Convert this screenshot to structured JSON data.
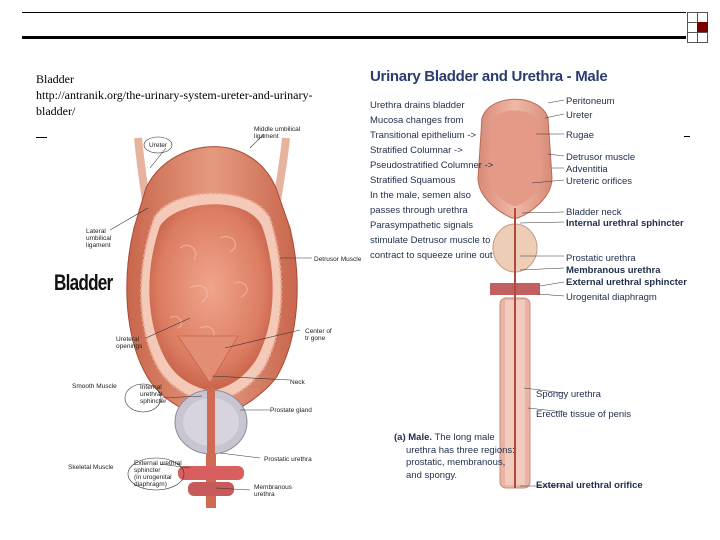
{
  "caption": {
    "line1": "Bladder",
    "line2": "http://antranik.org/the-urinary-system-ureter-and-urinary-",
    "line3": "bladder/"
  },
  "left_figure": {
    "big_label": "Bladder",
    "labels": {
      "middle_umbilical": "Middle umbilical",
      "ligament": "ligament",
      "ureter": "Ureter",
      "lateral": "Lateral",
      "umbilical": "umbilical",
      "lateral_ligament": "ligament",
      "detrusor": "Detrusor Muscle",
      "ureteral": "Ureteral",
      "openings": "openings",
      "center_of": "Center of",
      "trigone": "tr gone",
      "smooth_muscle": "Smooth Muscle",
      "internal": "Internal",
      "urethral": "urethral",
      "sphincter": "sphincter",
      "neck": "Neck",
      "prostate_gland": "Prostate gland",
      "skeletal_muscle": "Skeletal Muscle",
      "external_urethral": "External urethral",
      "sphincter2": "sphincter",
      "in_urogenital": "(in urogenital",
      "diaphragm": "diaphragm)",
      "prostatic_urethra": "Prostatic urethra",
      "membranous": "Membranous",
      "urethra": "urethra"
    }
  },
  "right_figure": {
    "title": "Urinary Bladder and Urethra - Male",
    "notes": [
      "Urethra drains bladder",
      "Mucosa changes from",
      "Transitional epithelium ->",
      "Stratified Columnar ->",
      "Pseudostratified Columner ->",
      "Stratified Squamous",
      "In the male, semen also",
      "passes through urethra",
      "Parasympathetic signals",
      "stimulate Detrusor muscle to",
      "contract to squeeze urine out"
    ],
    "labels": {
      "peritoneum": "Peritoneum",
      "ureter": "Ureter",
      "rugae": "Rugae",
      "detrusor": "Detrusor muscle",
      "adventitia": "Adventitia",
      "ureteric_orifices": "Ureteric orifices",
      "bladder_neck": "Bladder neck",
      "internal_sphincter": "Internal urethral sphincter",
      "prostatic_urethra": "Prostatic urethra",
      "membranous_urethra": "Membranous urethra",
      "external_sphincter": "External urethral sphincter",
      "urogenital_diaphragm": "Urogenital diaphragm",
      "spongy_urethra": "Spongy urethra",
      "erectile_tissue": "Erectile tissue of penis",
      "external_orifice": "External urethral orifice"
    },
    "caption": {
      "prefix": "(a) Male.",
      "line1": " The long male",
      "line2": "urethra has three regions:",
      "line3": "prostatic, membranous,",
      "line4": "and spongy."
    }
  },
  "colors": {
    "title_blue": "#2a3d6e",
    "dark_red": "#7a0000",
    "tissue": "#d9826c",
    "muscle": "#c96a52"
  }
}
